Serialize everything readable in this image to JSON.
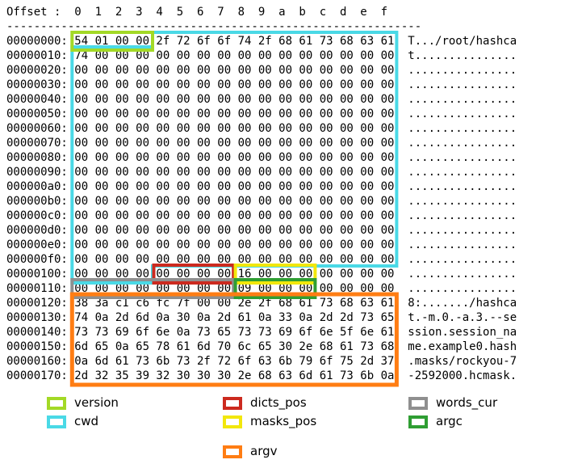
{
  "hexdump": {
    "header": "Offset :  0  1  2  3  4  5  6  7  8  9  a  b  c  d  e  f",
    "separator": "-------------------------------------------------------------",
    "rows": [
      "00000000: 54 01 00 00 2f 72 6f 6f 74 2f 68 61 73 68 63 61  T.../root/hashca",
      "00000010: 74 00 00 00 00 00 00 00 00 00 00 00 00 00 00 00  t...............",
      "00000020: 00 00 00 00 00 00 00 00 00 00 00 00 00 00 00 00  ................",
      "00000030: 00 00 00 00 00 00 00 00 00 00 00 00 00 00 00 00  ................",
      "00000040: 00 00 00 00 00 00 00 00 00 00 00 00 00 00 00 00  ................",
      "00000050: 00 00 00 00 00 00 00 00 00 00 00 00 00 00 00 00  ................",
      "00000060: 00 00 00 00 00 00 00 00 00 00 00 00 00 00 00 00  ................",
      "00000070: 00 00 00 00 00 00 00 00 00 00 00 00 00 00 00 00  ................",
      "00000080: 00 00 00 00 00 00 00 00 00 00 00 00 00 00 00 00  ................",
      "00000090: 00 00 00 00 00 00 00 00 00 00 00 00 00 00 00 00  ................",
      "000000a0: 00 00 00 00 00 00 00 00 00 00 00 00 00 00 00 00  ................",
      "000000b0: 00 00 00 00 00 00 00 00 00 00 00 00 00 00 00 00  ................",
      "000000c0: 00 00 00 00 00 00 00 00 00 00 00 00 00 00 00 00  ................",
      "000000d0: 00 00 00 00 00 00 00 00 00 00 00 00 00 00 00 00  ................",
      "000000e0: 00 00 00 00 00 00 00 00 00 00 00 00 00 00 00 00  ................",
      "000000f0: 00 00 00 00 00 00 00 00 00 00 00 00 00 00 00 00  ................",
      "00000100: 00 00 00 00 00 00 00 00 16 00 00 00 00 00 00 00  ................",
      "00000110: 00 00 00 00 00 00 00 00 09 00 00 00 00 00 00 00  ................",
      "00000120: 38 3a c1 c6 fc 7f 00 00 2e 2f 68 61 73 68 63 61  8:......./hashca",
      "00000130: 74 0a 2d 6d 0a 30 0a 2d 61 0a 33 0a 2d 2d 73 65  t.-m.0.-a.3.--se",
      "00000140: 73 73 69 6f 6e 0a 73 65 73 73 69 6f 6e 5f 6e 61  ssion.session_na",
      "00000150: 6d 65 0a 65 78 61 6d 70 6c 65 30 2e 68 61 73 68  me.example0.hash",
      "00000160: 0a 6d 61 73 6b 73 2f 72 6f 63 6b 79 6f 75 2d 37  .masks/rockyou-7",
      "00000170: 2d 32 35 39 32 30 30 30 2e 68 63 6d 61 73 6b 0a  -2592000.hcmask."
    ]
  },
  "legend": {
    "items": [
      {
        "label": "version",
        "color": "#a3d926"
      },
      {
        "label": "cwd",
        "color": "#4ad9e6"
      },
      {
        "label": "dicts_pos",
        "color": "#cc2a1f"
      },
      {
        "label": "masks_pos",
        "color": "#f2e70c"
      },
      {
        "label": "words_cur",
        "color": "#8f8f8f"
      },
      {
        "label": "argc",
        "color": "#2f9e33"
      },
      {
        "label": "argv",
        "color": "#ff7d13"
      }
    ]
  }
}
